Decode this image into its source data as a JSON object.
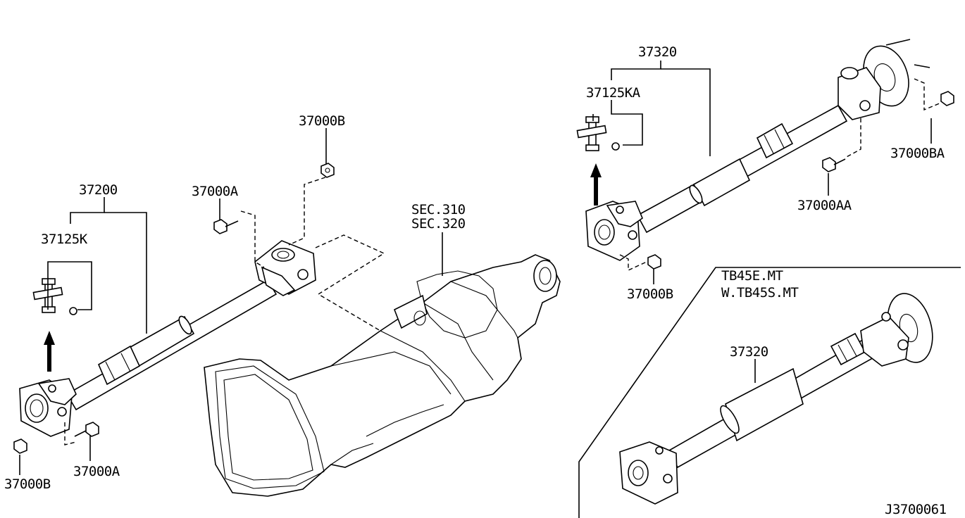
{
  "labels": {
    "left_shaft": "37200",
    "left_joint_kit": "37125K",
    "left_top_nut": "37000B",
    "left_top_bolt": "37000A",
    "left_bottom_nut": "37000B",
    "left_bottom_bolt": "37000A",
    "section_ref_1": "SEC.310",
    "section_ref_2": "SEC.320",
    "right_shaft": "37320",
    "right_joint_kit": "37125KA",
    "right_nut_ba": "37000BA",
    "right_bolt_aa": "37000AA",
    "right_nut_b": "37000B",
    "variant_line_1": "TB45E.MT",
    "variant_line_2": "W.TB45S.MT",
    "variant_shaft": "37320",
    "drawing_number": "J3700061"
  }
}
